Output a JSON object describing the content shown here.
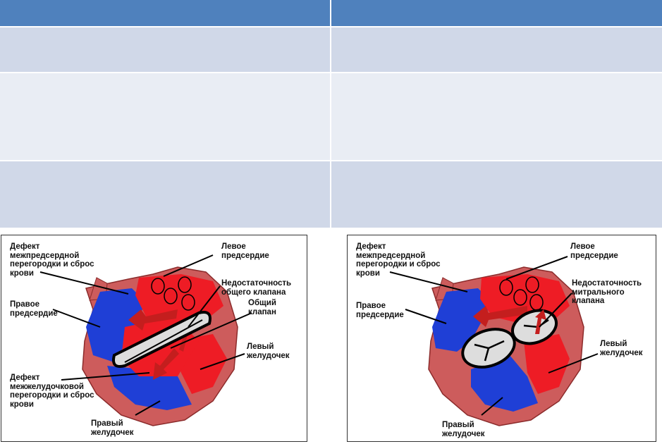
{
  "table": {
    "header": [
      "",
      ""
    ],
    "rows": [
      [
        "",
        ""
      ],
      [
        "",
        ""
      ],
      [
        "",
        ""
      ]
    ]
  },
  "left_diagram": {
    "labels": {
      "asd": "Дефект\nмежпредсердной\nперегородки и сброс\nкрови",
      "la": "Левое\nпредсердие",
      "insuff": "Недостаточность\nобщего клапана",
      "ra": "Правое\nпредсердие",
      "valve": "Общий\nклапан",
      "lv": "Левый\nжелудочек",
      "vsd": "Дефект\nмежжелудочковой\nперегородки и сброс\nкрови",
      "rv": "Правый\nжелудочек"
    }
  },
  "right_diagram": {
    "labels": {
      "asd": "Дефект\nмежпредсердной\nперегородки и сброс\nкрови",
      "la": "Левое\nпредсердие",
      "insuff": "Недостаточность\nмитрального\nклапана",
      "ra": "Правое\nпредсердие",
      "lv": "Левый\nжелудочек",
      "rv": "Правый\nжелудочек"
    }
  },
  "colors": {
    "header": "#4f81bd",
    "row_dark": "#d0d8e8",
    "row_light": "#e9edf4",
    "heart_outer": "#cd5c5c",
    "oxygenated": "#ee1c25",
    "deoxygenated": "#1f3fd6"
  }
}
